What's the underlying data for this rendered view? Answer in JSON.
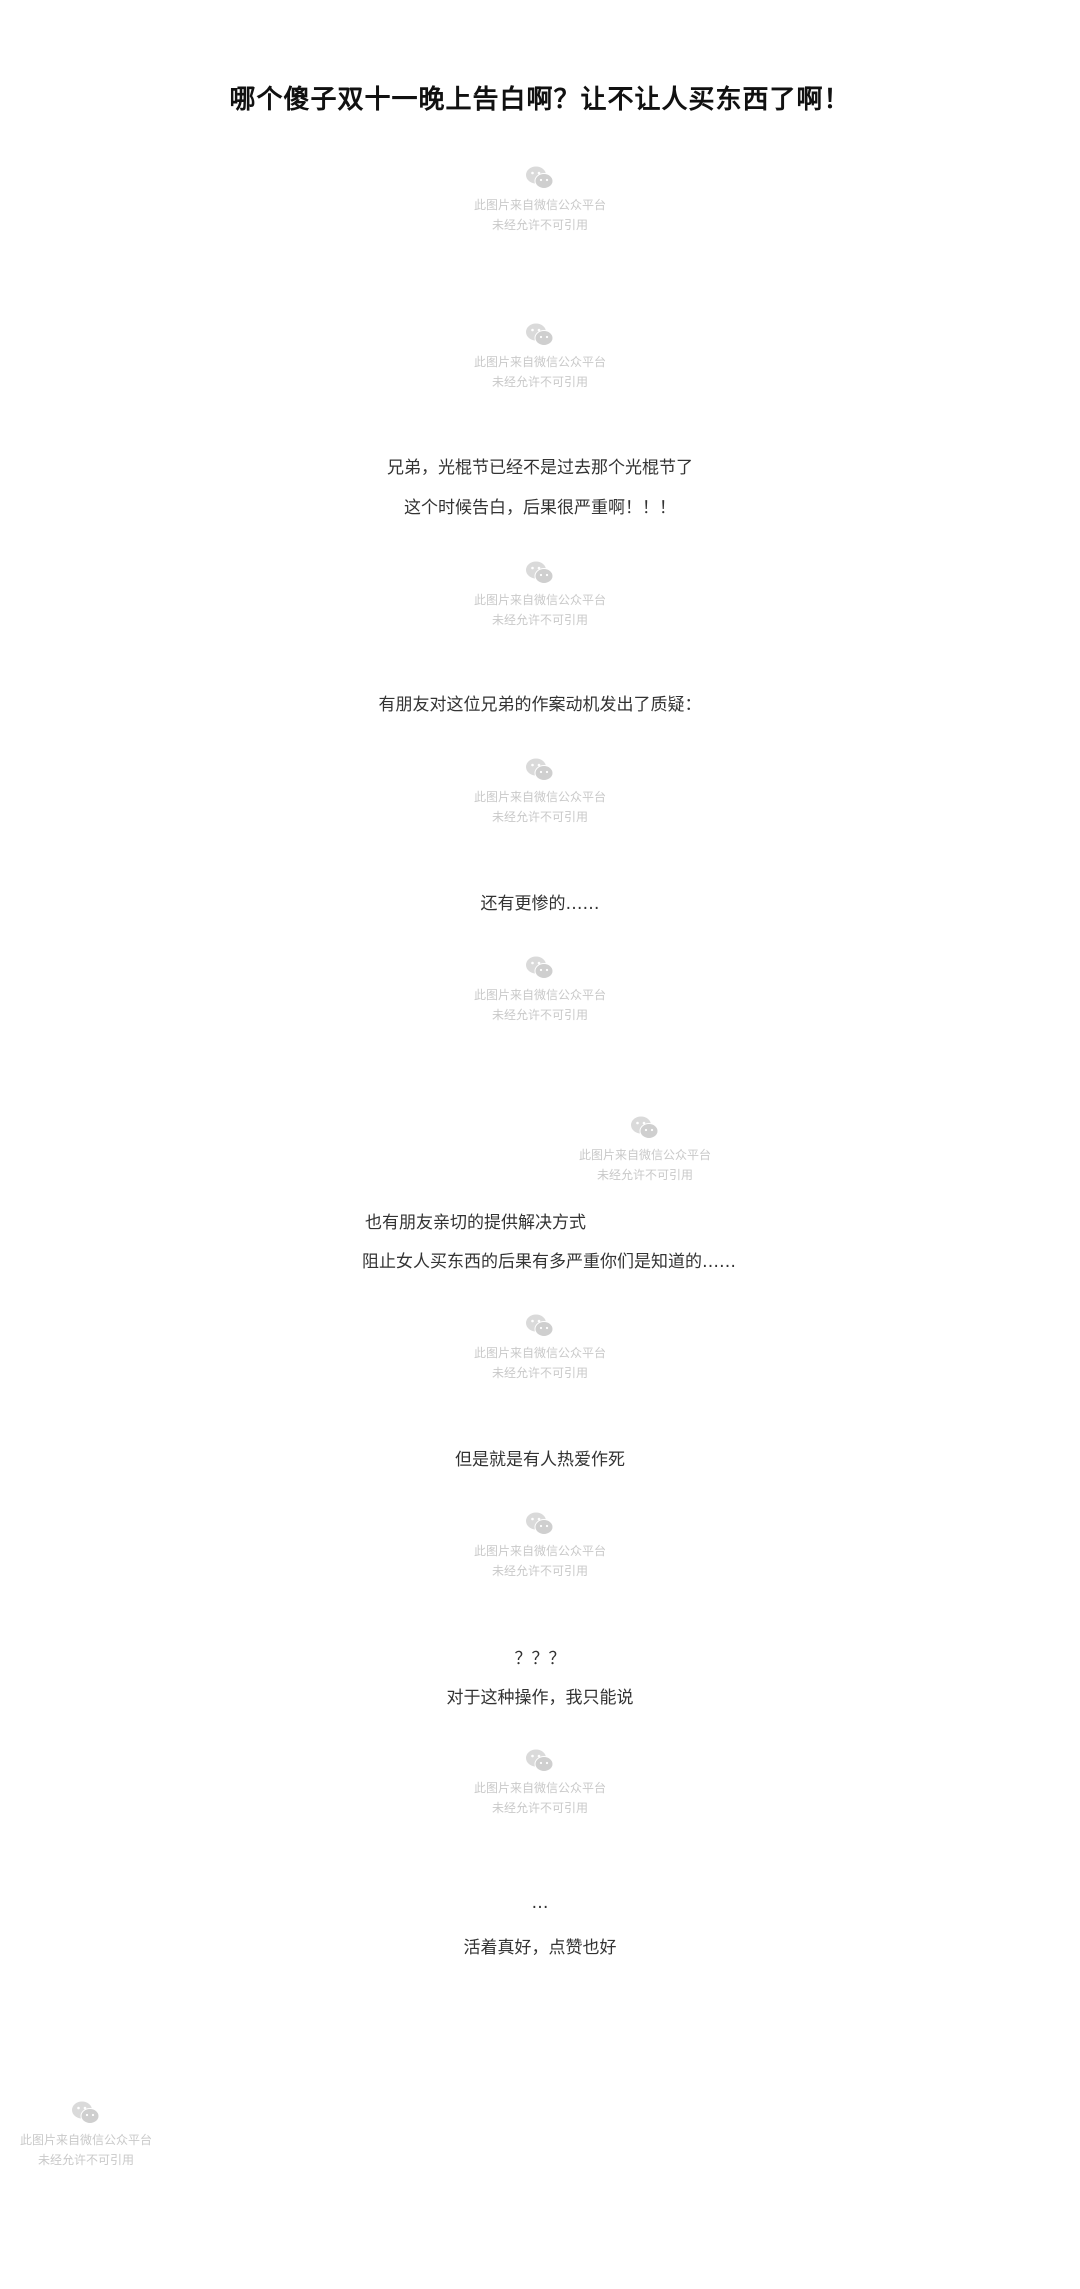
{
  "article": {
    "title": "哪个傻子双十一晚上告白啊？让不让人买东西了啊！",
    "paragraphs": [
      "兄弟，光棍节已经不是过去那个光棍节了",
      "这个时候告白，后果很严重啊！！！",
      "有朋友对这位兄弟的作案动机发出了质疑：",
      "还有更惨的……",
      "也有朋友亲切的提供解决方式",
      "阻止女人买东西的后果有多严重你们是知道的……",
      "但是就是有人热爱作死",
      "？？？",
      "对于这种操作，我只能说",
      "…",
      "活着真好，点赞也好"
    ]
  },
  "image_placeholder": {
    "icon": "wechat-icon",
    "line1": "此图片来自微信公众平台",
    "line2": "未经允许不可引用",
    "color": "#c9c9c9"
  }
}
